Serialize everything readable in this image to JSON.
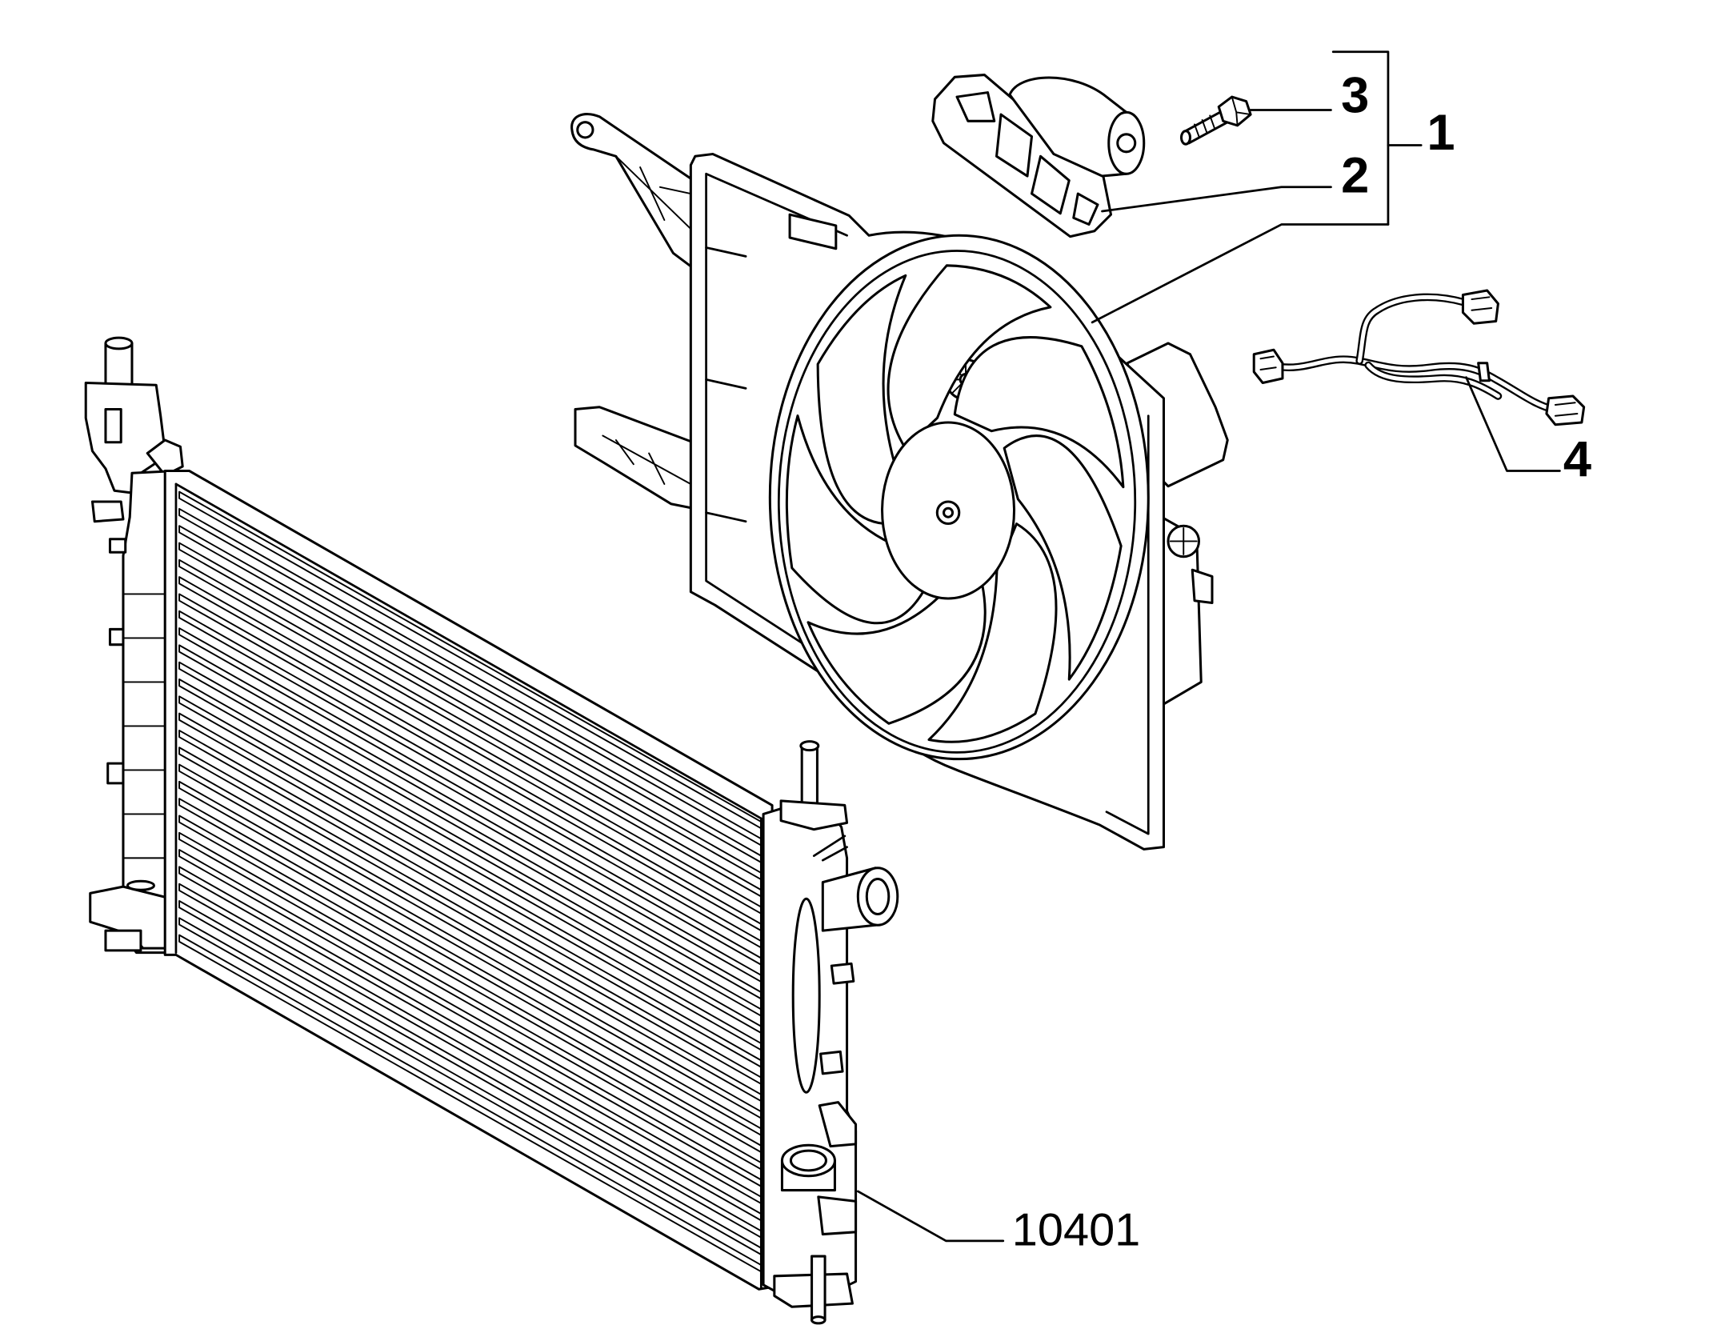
{
  "diagram": {
    "callouts": [
      "3",
      "1",
      "2",
      "4",
      "10401"
    ]
  },
  "colors": {
    "line": "#000000",
    "background": "#ffffff"
  }
}
